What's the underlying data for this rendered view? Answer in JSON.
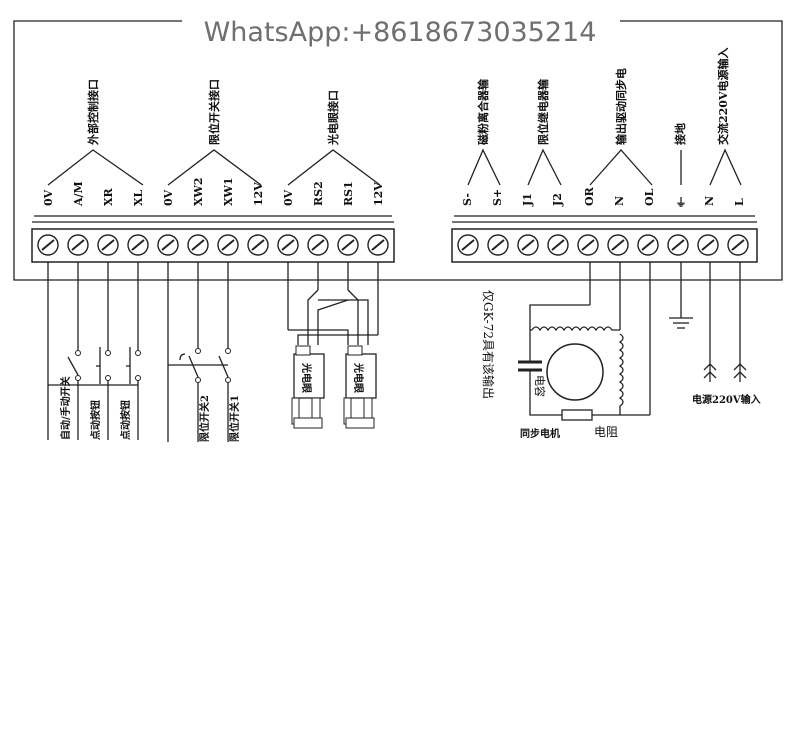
{
  "watermark": "WhatsApp:+8618673035214",
  "groups": [
    {
      "name": "外部控制接口"
    },
    {
      "name": "限位开关接口"
    },
    {
      "name": "光电眼接口"
    },
    {
      "name": "磁粉离合器输"
    },
    {
      "name": "限位继电器输"
    },
    {
      "name": "输出驱动同步电"
    },
    {
      "name": "接地"
    },
    {
      "name": "交流220V电源输入"
    }
  ],
  "left_terminals": [
    "0V",
    "A/M",
    "XR",
    "XL",
    "0V",
    "XW2",
    "XW1",
    "12V",
    "0V",
    "RS2",
    "RS1",
    "12V"
  ],
  "right_terminals": [
    "S-",
    "S+",
    "J1",
    "J2",
    "OR",
    "N",
    "OL",
    "⏚",
    "N",
    "L"
  ],
  "devices": {
    "switch_labels": [
      "自动/手动开关",
      "点动按钮",
      "点动按钮"
    ],
    "limit_labels": [
      "限位开关2",
      "限位开关1"
    ],
    "photo_eye": "光电眼",
    "note": "仅GK-72具有该输出",
    "capacitor": "电容",
    "motor": "同步电机",
    "resistor": "电阻",
    "power_input": "电源220V输入"
  }
}
